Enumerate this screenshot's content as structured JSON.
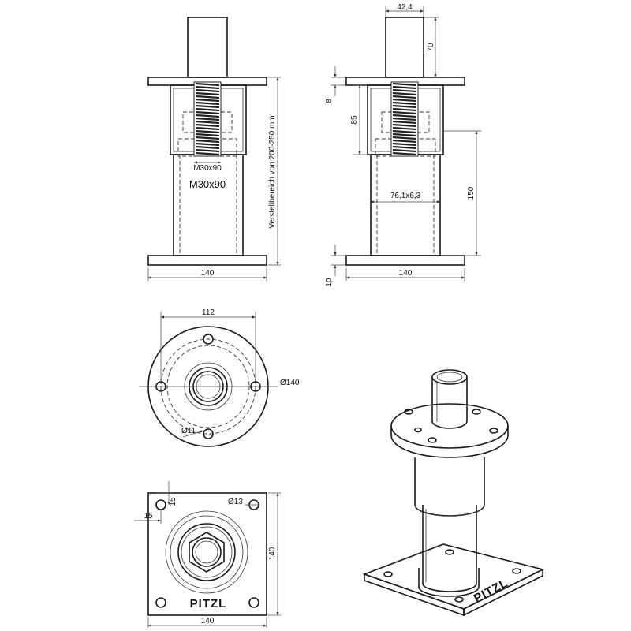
{
  "front_view": {
    "thread_label": "M30x90",
    "thread_small_label": "M30x90",
    "width_dim": "140",
    "range_label": "Verstellbereich von 200-250 mm"
  },
  "side_view": {
    "stem_width_dim": "42,4",
    "stem_height_dim": "70",
    "plate_dim": "8",
    "sleeve_dim": "85",
    "tube_dim": "76,1x6,3",
    "tube_height_dim": "150",
    "width_dim": "140",
    "base_dim": "10"
  },
  "round_plate_view": {
    "bolt_circle_dim": "112",
    "diameter_dim": "Ø140",
    "hole_dim": "Ø11"
  },
  "square_plate_view": {
    "offset_y_dim": "15",
    "offset_x_dim": "15",
    "hole_dim": "Ø13",
    "height_dim": "140",
    "width_dim": "140",
    "brand": "PITZL"
  },
  "iso_view": {
    "brand": "PITZL"
  }
}
